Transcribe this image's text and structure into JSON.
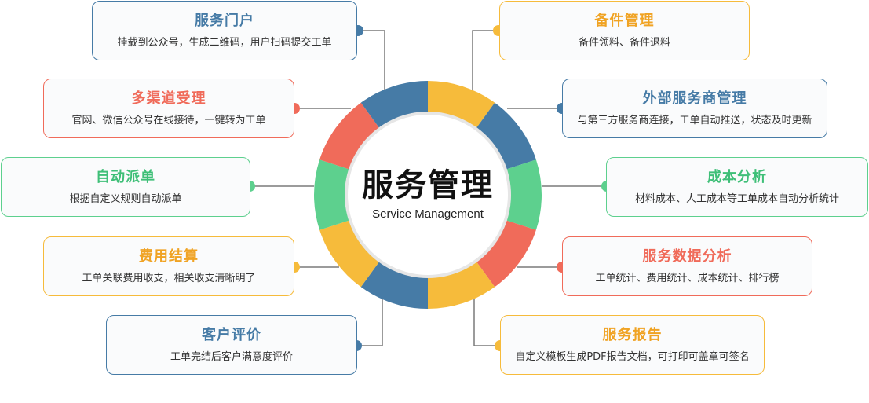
{
  "center": {
    "title": "服务管理",
    "subtitle": "Service Management"
  },
  "colors": {
    "blue": "#467ba6",
    "red": "#f06b5a",
    "green": "#5dd08e",
    "yellow": "#f6bb3b"
  },
  "left": [
    {
      "title": "服务门户",
      "desc": "挂载到公众号，生成二维码，用户扫码提交工单",
      "color": "blue"
    },
    {
      "title": "多渠道受理",
      "desc": "官网、微信公众号在线接待，一键转为工单",
      "color": "red"
    },
    {
      "title": "自动派单",
      "desc": "根据自定义规则自动派单",
      "color": "green"
    },
    {
      "title": "费用结算",
      "desc": "工单关联费用收支，相关收支清晰明了",
      "color": "yellow"
    },
    {
      "title": "客户评价",
      "desc": "工单完结后客户满意度评价",
      "color": "blue"
    }
  ],
  "right": [
    {
      "title": "备件管理",
      "desc": "备件领料、备件退料",
      "color": "yellow"
    },
    {
      "title": "外部服务商管理",
      "desc": "与第三方服务商连接，工单自动推送，状态及时更新",
      "color": "blue"
    },
    {
      "title": "成本分析",
      "desc": "材料成本、人工成本等工单成本自动分析统计",
      "color": "green"
    },
    {
      "title": "服务数据分析",
      "desc": "工单统计、费用统计、成本统计、排行榜",
      "color": "red"
    },
    {
      "title": "服务报告",
      "desc": "自定义模板生成PDF报告文档，可打印可盖章可签名",
      "color": "yellow"
    }
  ]
}
